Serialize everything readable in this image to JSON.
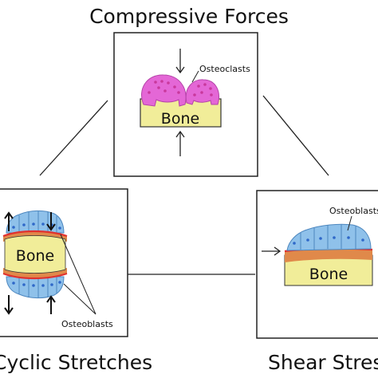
{
  "titles": {
    "compressive": "Compressive Forces",
    "cyclic": "Cyclic Stretches",
    "shear": "Shear Stress"
  },
  "labels": {
    "bone": "Bone",
    "osteoclasts": "Osteoclasts",
    "osteoblasts": "Osteoblasts"
  },
  "colors": {
    "bone_fill": "#f1ed99",
    "osteoclast_fill": "#e467d6",
    "osteoclast_dot": "#c9389c",
    "osteoblast_fill": "#8fc1ea",
    "osteoblast_nucleus": "#2f68c9",
    "osteoid_red": "#e0312f",
    "osteoid_orange": "#e0894a"
  }
}
